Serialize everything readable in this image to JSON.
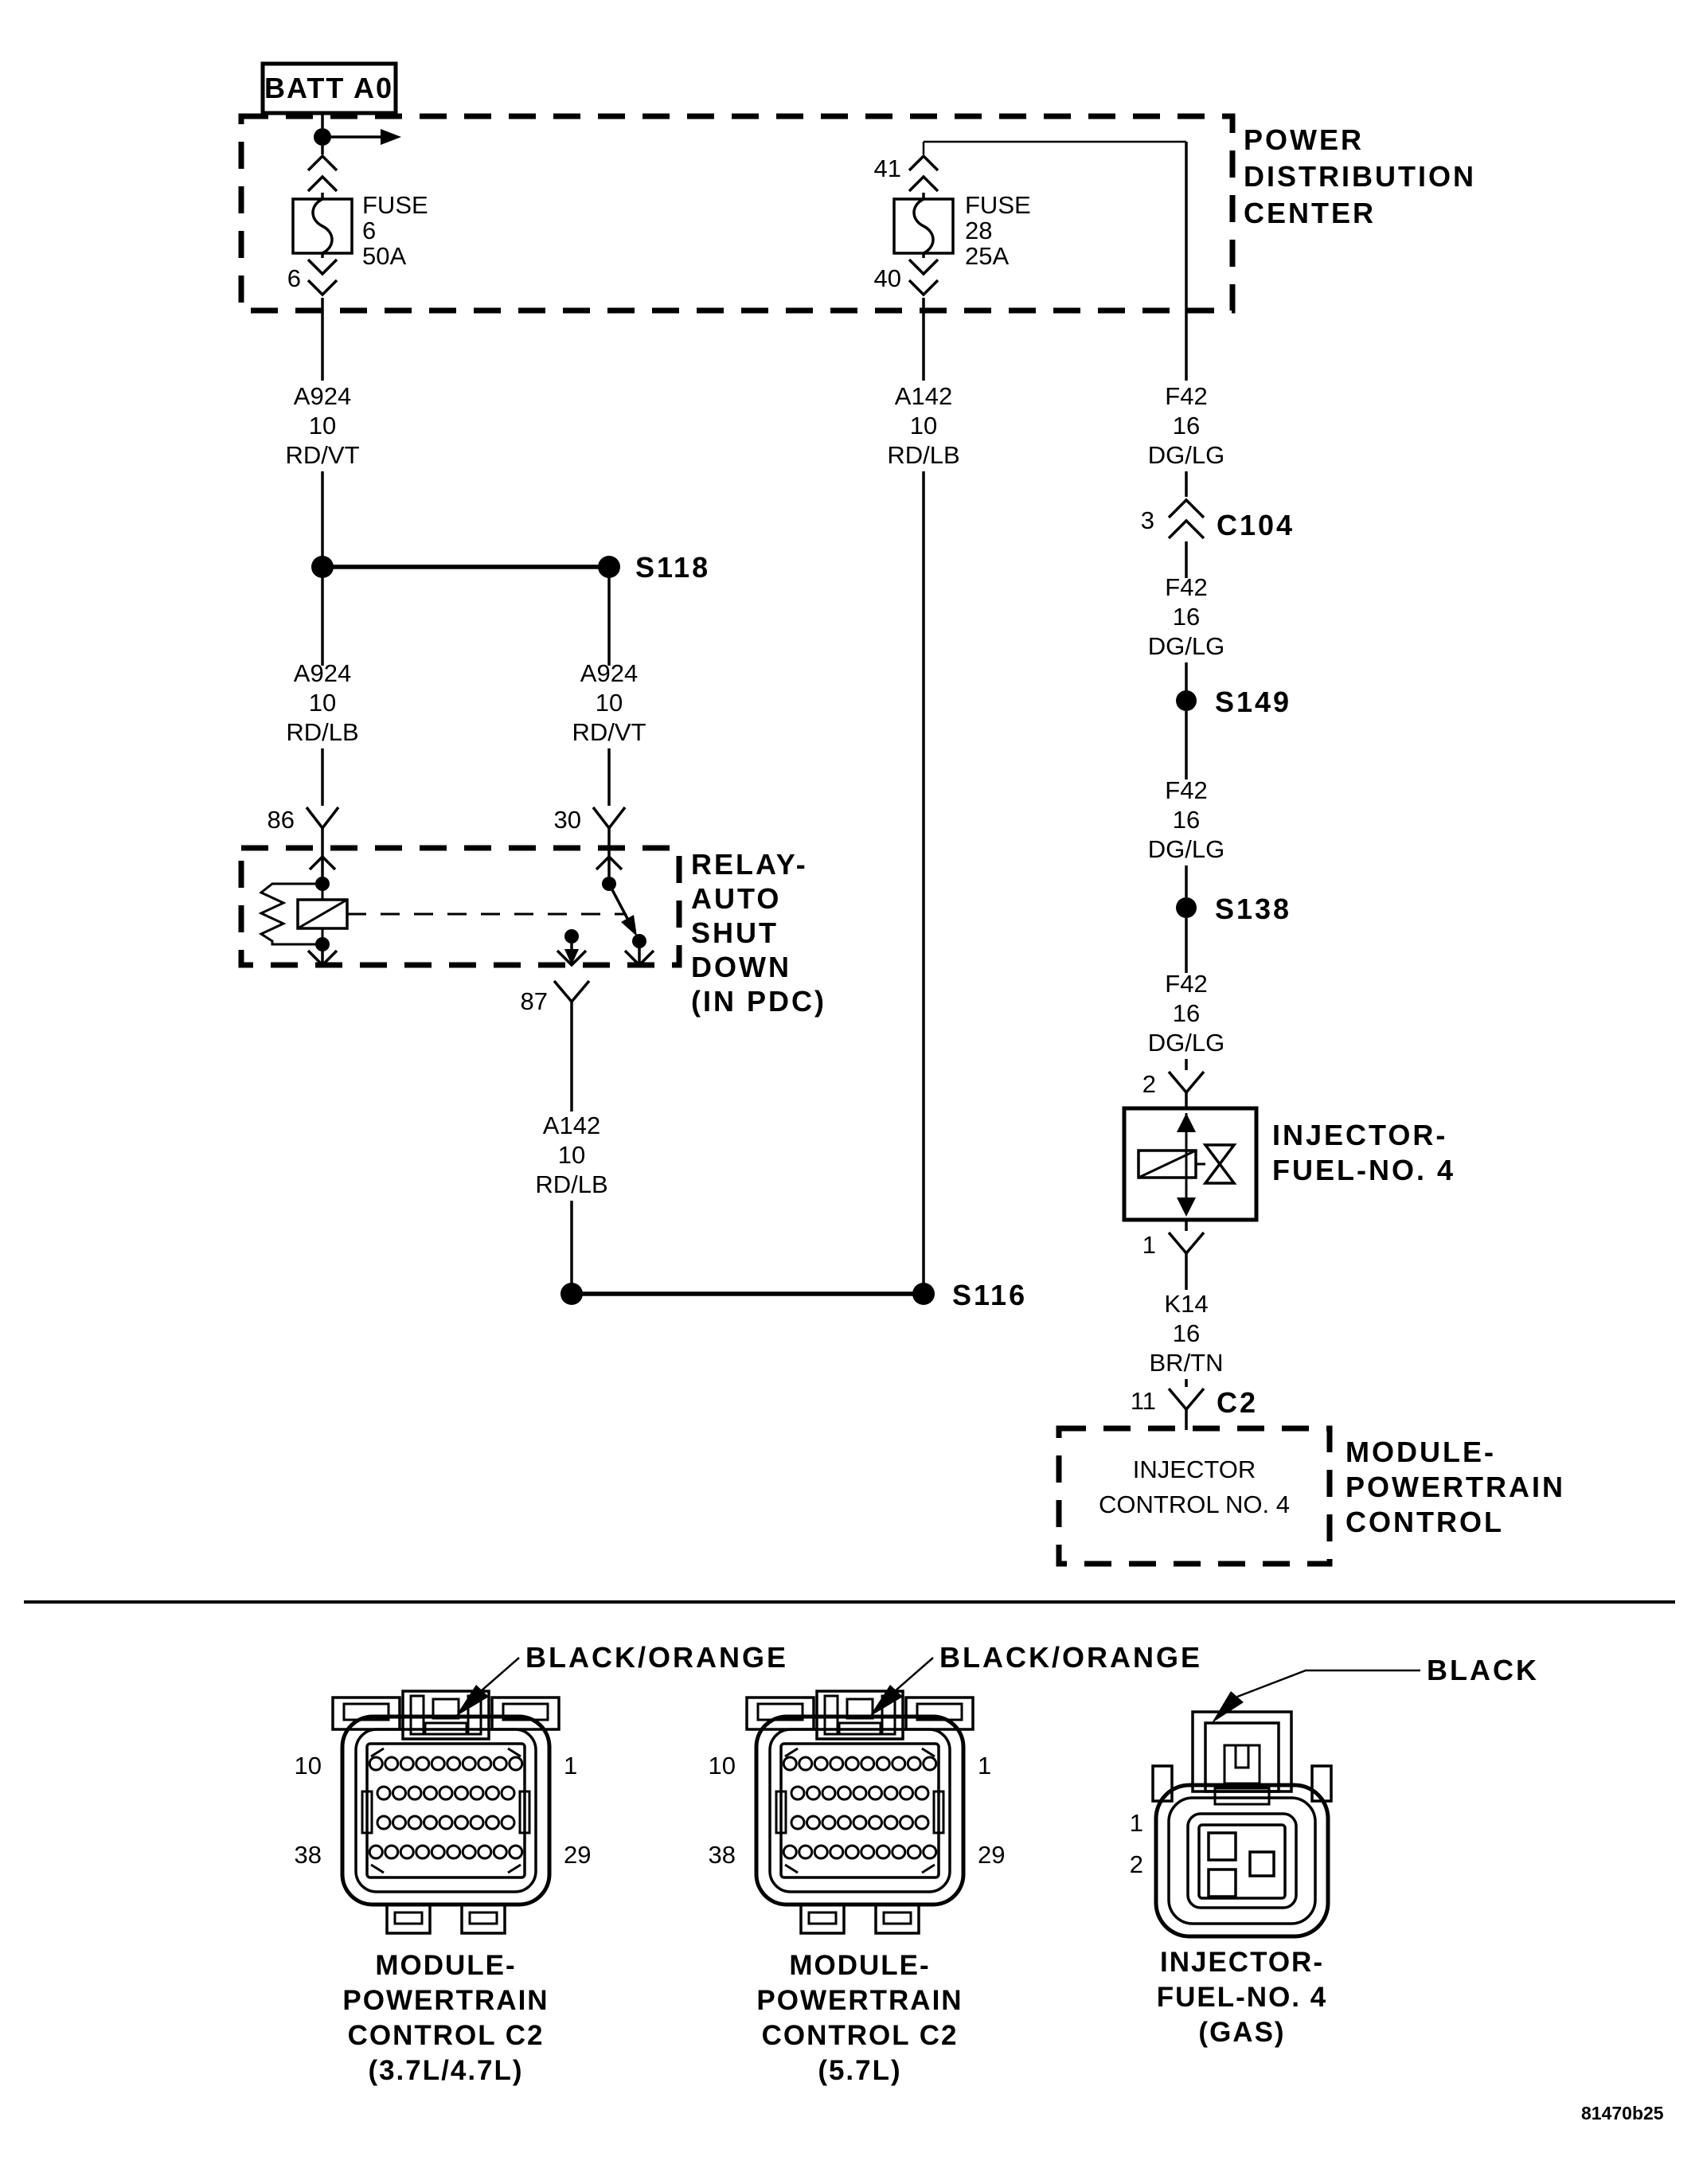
{
  "footer_code": "81470b25",
  "battery": {
    "label": "BATT A0"
  },
  "pdc": {
    "title": [
      "POWER",
      "DISTRIBUTION",
      "CENTER"
    ],
    "fuse6": {
      "label": "FUSE",
      "id": "6",
      "rating": "50A",
      "pin_out": "6"
    },
    "fuse28": {
      "label": "FUSE",
      "id": "28",
      "rating": "25A",
      "pin_in": "41",
      "pin_out": "40"
    }
  },
  "splices": {
    "s118": "S118",
    "s149": "S149",
    "s138": "S138",
    "s116": "S116"
  },
  "inline_connectors": {
    "c104": {
      "pin": "3",
      "name": "C104"
    },
    "c2": {
      "pin": "11",
      "name": "C2"
    }
  },
  "relay": {
    "title": [
      "RELAY-",
      "AUTO",
      "SHUT",
      "DOWN",
      "(IN PDC)"
    ],
    "pin_coil": "86",
    "pin_common": "30",
    "pin_output": "87"
  },
  "injector": {
    "title": [
      "INJECTOR-",
      "FUEL-NO. 4"
    ],
    "pin_top": "2",
    "pin_bottom": "1"
  },
  "pcm": {
    "internal": [
      "INJECTOR",
      "CONTROL NO. 4"
    ],
    "title": [
      "MODULE-",
      "POWERTRAIN",
      "CONTROL"
    ]
  },
  "wires": {
    "batt_feed": {
      "circuit": "A924",
      "gauge": "10",
      "color": "RD/VT"
    },
    "left_down": {
      "circuit": "A924",
      "gauge": "10",
      "color": "RD/LB"
    },
    "right_down": {
      "circuit": "A924",
      "gauge": "10",
      "color": "RD/VT"
    },
    "asd_feed": {
      "circuit": "A142",
      "gauge": "10",
      "color": "RD/LB"
    },
    "asd_out": {
      "circuit": "A142",
      "gauge": "10",
      "color": "RD/LB"
    },
    "f42_a": {
      "circuit": "F42",
      "gauge": "16",
      "color": "DG/LG"
    },
    "f42_b": {
      "circuit": "F42",
      "gauge": "16",
      "color": "DG/LG"
    },
    "f42_c": {
      "circuit": "F42",
      "gauge": "16",
      "color": "DG/LG"
    },
    "f42_d": {
      "circuit": "F42",
      "gauge": "16",
      "color": "DG/LG"
    },
    "k14": {
      "circuit": "K14",
      "gauge": "16",
      "color": "BR/TN"
    }
  },
  "connector_views": [
    {
      "wire_color": "BLACK/ORANGE",
      "pin_top_left": "10",
      "pin_top_right": "1",
      "pin_bottom_left": "38",
      "pin_bottom_right": "29",
      "caption": [
        "MODULE-",
        "POWERTRAIN",
        "CONTROL C2",
        "(3.7L/4.7L)"
      ]
    },
    {
      "wire_color": "BLACK/ORANGE",
      "pin_top_left": "10",
      "pin_top_right": "1",
      "pin_bottom_left": "38",
      "pin_bottom_right": "29",
      "caption": [
        "MODULE-",
        "POWERTRAIN",
        "CONTROL C2",
        "(5.7L)"
      ]
    },
    {
      "wire_color": "BLACK",
      "pin_top": "1",
      "pin_bottom": "2",
      "caption": [
        "INJECTOR-",
        "FUEL-NO. 4",
        "(GAS)"
      ]
    }
  ]
}
